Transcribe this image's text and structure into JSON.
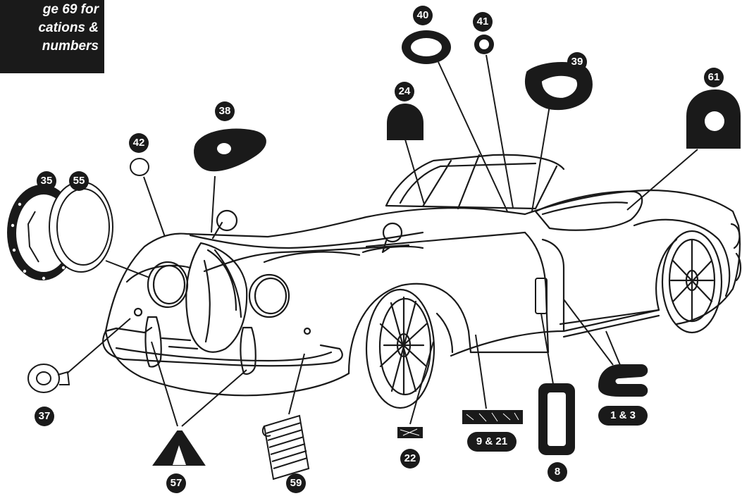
{
  "note": {
    "lines": [
      "ge 69 for",
      "cations &",
      "numbers"
    ]
  },
  "callouts": {
    "c35": "35",
    "c55": "55",
    "c42": "42",
    "c38": "38",
    "c37": "37",
    "c24": "24",
    "c40": "40",
    "c41": "41",
    "c39": "39",
    "c61": "61",
    "c57": "57",
    "c59": "59",
    "c22": "22",
    "c9_21": "9 & 21",
    "c8": "8",
    "c1_3": "1 & 3"
  },
  "colors": {
    "ink": "#1a1a1a",
    "paper": "#ffffff"
  }
}
